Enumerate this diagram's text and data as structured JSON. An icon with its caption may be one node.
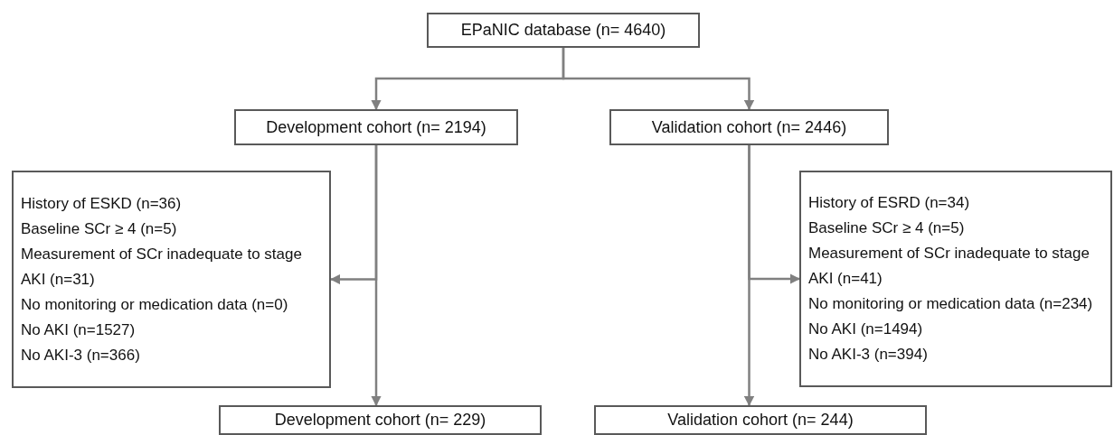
{
  "diagram": {
    "nodes": [
      {
        "text": [
          "EPaNIC database (n= 4640)"
        ]
      },
      {
        "text": [
          "Development cohort (n= 2194)"
        ]
      },
      {
        "text": [
          "Validation cohort (n= 2446)"
        ]
      },
      {
        "text": [
          "History of ESKD (n=36)",
          "Baseline SCr ≥ 4 (n=5)",
          "Measurement of SCr inadequate to stage AKI (n=31)",
          "No monitoring or medication data (n=0)",
          "No AKI (n=1527)",
          "No AKI-3 (n=366)"
        ]
      },
      {
        "text": [
          "History of ESRD (n=34)",
          "Baseline SCr ≥ 4 (n=5)",
          "Measurement of SCr inadequate to stage AKI (n=41)",
          "No monitoring or medication data (n=234)",
          "No AKI (n=1494)",
          "No AKI-3 (n=394)"
        ]
      },
      {
        "text": [
          "Development cohort (n= 229)"
        ]
      },
      {
        "text": [
          "Validation cohort (n= 244)"
        ]
      }
    ],
    "edges": [
      {
        "from": 0,
        "to": 1,
        "arrow": "to"
      },
      {
        "from": 0,
        "to": 2,
        "arrow": "to"
      },
      {
        "from": 1,
        "to": 5,
        "arrow": "to"
      },
      {
        "from": 1,
        "to": 3,
        "arrow": "to"
      },
      {
        "from": 2,
        "to": 6,
        "arrow": "to"
      },
      {
        "from": 2,
        "to": 4,
        "arrow": "to"
      }
    ]
  }
}
